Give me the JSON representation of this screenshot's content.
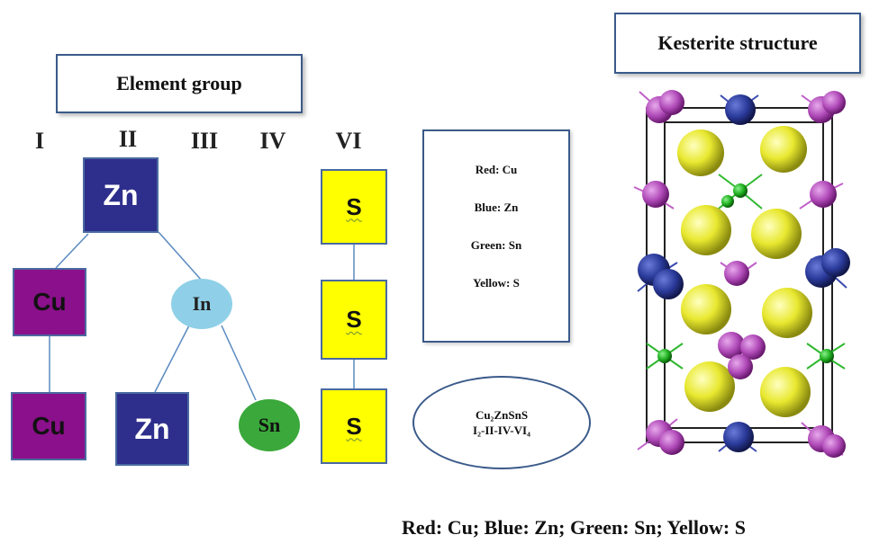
{
  "element_group": {
    "title": "Element group",
    "columns": [
      "I",
      "II",
      "III",
      "IV",
      "VI"
    ],
    "nodes": {
      "zn_top": "Zn",
      "cu_mid": "Cu",
      "in_mid": "In",
      "cu_bottom": "Cu",
      "zn_bottom": "Zn",
      "sn_bottom": "Sn",
      "s_top": "S",
      "s_mid": "S",
      "s_bottom": "S"
    }
  },
  "legend_box": {
    "lines": [
      "Red: Cu",
      "Blue: Zn",
      "Green: Sn",
      "Yellow: S"
    ]
  },
  "formula": {
    "compound": "Cu₂ZnSnS",
    "type": "I₂-II-IV-VI₄"
  },
  "kesterite": {
    "title": "Kesterite structure"
  },
  "footer": {
    "legend": "Red: Cu; Blue: Zn; Green: Sn; Yellow: S"
  },
  "colors": {
    "zn": "#2e2e8c",
    "cu": "#8b108b",
    "in": "#8fd0e8",
    "sn": "#3aa83a",
    "s": "#ffff00",
    "atom_cu": "#b04ab8",
    "atom_zn": "#2a3a9a",
    "atom_s": "#e8e830",
    "atom_sn": "#20b020"
  }
}
